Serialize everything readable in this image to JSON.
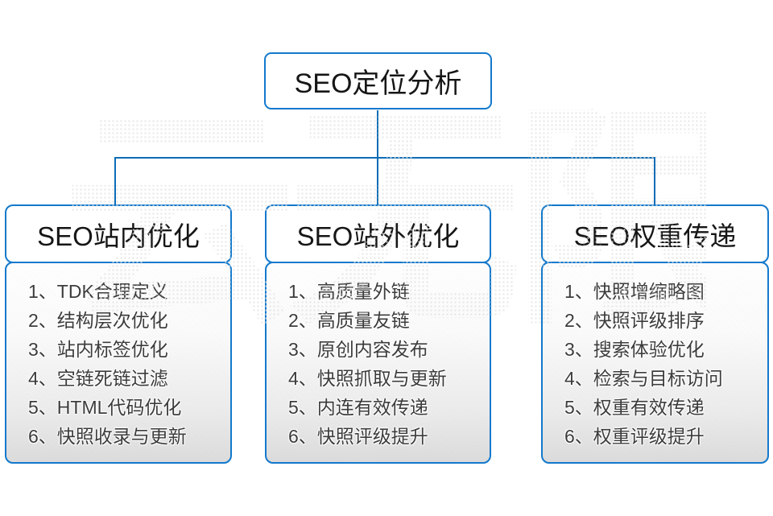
{
  "diagram": {
    "root": {
      "title": "SEO定位分析"
    },
    "watermark": {
      "text": "云无限"
    },
    "columns": [
      {
        "id": "onsite",
        "header": "SEO站内优化",
        "items": [
          "1、TDK合理定义",
          "2、结构层次优化",
          "3、站内标签优化",
          "4、空链死链过滤",
          "5、HTML代码优化",
          "6、快照收录与更新"
        ]
      },
      {
        "id": "offsite",
        "header": "SEO站外优化",
        "items": [
          "1、高质量外链",
          "2、高质量友链",
          "3、原创内容发布",
          "4、快照抓取与更新",
          "5、内连有效传递",
          "6、快照评级提升"
        ]
      },
      {
        "id": "weight",
        "header": "SEO权重传递",
        "items": [
          "1、快照增缩略图",
          "2、快照评级排序",
          "3、搜索体验优化",
          "4、检索与目标访问",
          "5、权重有效传递",
          "6、权重评级提升"
        ]
      }
    ],
    "colors": {
      "connector_blue": "#0e6db6",
      "border_blue": "#1379cc",
      "list_text_gray": "#3c3c3c",
      "body_gradient_bottom": "#dcdcdc",
      "watermark_gray": "#e2e2e2"
    }
  }
}
